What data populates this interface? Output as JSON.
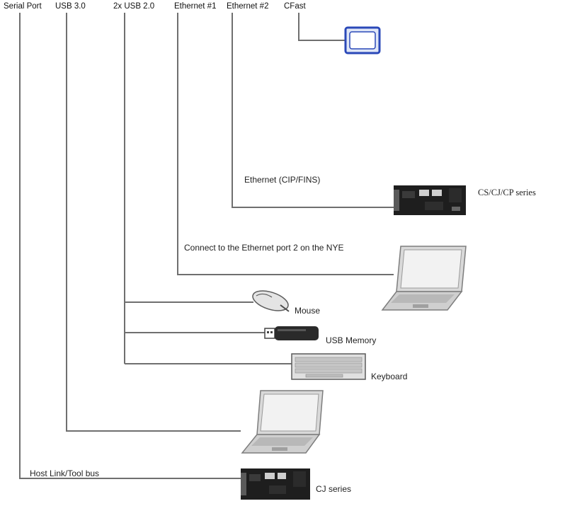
{
  "ports": {
    "serial": "Serial Port",
    "usb3": "USB 3.0",
    "usb2": "2x USB 2.0",
    "eth1": "Ethernet #1",
    "eth2": "Ethernet #2",
    "cfast": "CFast"
  },
  "connections": {
    "ethernet_protocol": "Ethernet (CIP/FINS)",
    "ethernet_port2_note": "Connect to the Ethernet port 2 on the  NYE",
    "host_link": "Host Link/Tool bus"
  },
  "devices": {
    "cs_cj_cp": "CS/CJ/CP series",
    "mouse": "Mouse",
    "usb_memory": "USB Memory",
    "keyboard": "Keyboard",
    "cj": "CJ series"
  },
  "colors": {
    "line": "#6f6f6f",
    "cfast_card": "#2a48b8",
    "plc_body": "#1e1e1e",
    "laptop_body": "#d9d9d9"
  }
}
